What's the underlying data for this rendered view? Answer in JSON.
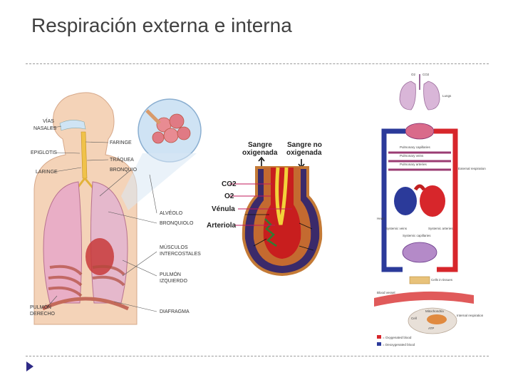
{
  "slide": {
    "title": "Respiración externa e interna"
  },
  "left_diagram": {
    "labels": {
      "vias_nasales_1": "VÍAS",
      "vias_nasales_2": "NASALES",
      "epiglotis": "EPIGLOTIS",
      "laringe": "LARINGE",
      "faringe": "FARINGE",
      "traquea": "TRÁQUEA",
      "bronquio": "BRONQUIO",
      "alveolo": "ALVÉOLO",
      "bronquiolo": "BRONQUIOLO",
      "musculos_1": "MÚSCULOS",
      "musculos_2": "INTERCOSTALES",
      "pulmon_izq_1": "PULMÓN",
      "pulmon_izq_2": "IZQUIERDO",
      "pulmon_der_1": "PULMÓN",
      "pulmon_der_2": "DERECHO",
      "diafragma": "DIAFRAGMA"
    }
  },
  "middle_diagram": {
    "labels": {
      "sangre_oxigenada_1": "Sangre",
      "sangre_oxigenada_2": "oxigenada",
      "sangre_no_oxigenada_1": "Sangre no",
      "sangre_no_oxigenada_2": "oxigenada",
      "co2": "CO2",
      "o2": "O2",
      "venula": "Vénula",
      "arteriola": "Arteriola"
    }
  },
  "right_diagram": {
    "labels": {
      "lungs": "Lungs",
      "pulmonary_capillaries": "Pulmonary capillaries",
      "pulmonary_veins": "Pulmonary veins",
      "pulmonary_arteries": "Pulmonary arteries",
      "external_respiration": "External respiration",
      "heart": "Heart",
      "systemic_veins": "Systemic veins",
      "systemic_arteries": "Systemic arteries",
      "systemic_capillaries": "Systemic capillaries",
      "cells_in_tissues": "Cells in tissues",
      "blood_vessel": "Blood vessel",
      "internal_respiration": "Internal respiration",
      "mitochondria": "Mitochondria",
      "cell": "Cell",
      "atp": "ATP",
      "oxygenated_blood": "= Oxygenated blood",
      "deoxygenated_blood": "= Deoxygenated blood",
      "o2": "O2",
      "co2": "CO2"
    }
  },
  "colors": {
    "title": "#404040",
    "rule": "#9a9a9a",
    "bullet": "#2e2a86",
    "oxygenated": "#d7262b",
    "deoxygenated": "#2b3a9a"
  }
}
